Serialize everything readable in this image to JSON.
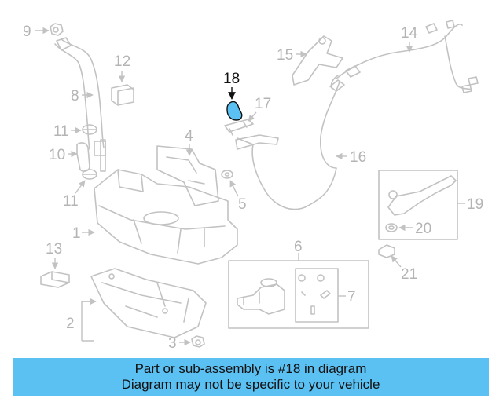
{
  "diagram": {
    "highlight_color": "#5bc0f2",
    "callouts": {
      "c1": "1",
      "c2": "2",
      "c3": "3",
      "c4": "4",
      "c5": "5",
      "c6": "6",
      "c7": "7",
      "c8": "8",
      "c9": "9",
      "c10": "10",
      "c11a": "11",
      "c11b": "11",
      "c12": "12",
      "c13": "13",
      "c14": "14",
      "c15": "15",
      "c16": "16",
      "c17": "17",
      "c18": "18",
      "c19": "19",
      "c20": "20",
      "c21": "21"
    }
  },
  "caption": {
    "line1": "Part or sub-assembly is #18 in diagram",
    "line2": "Diagram may not be specific to your vehicle",
    "background": "#5bc0f2"
  }
}
